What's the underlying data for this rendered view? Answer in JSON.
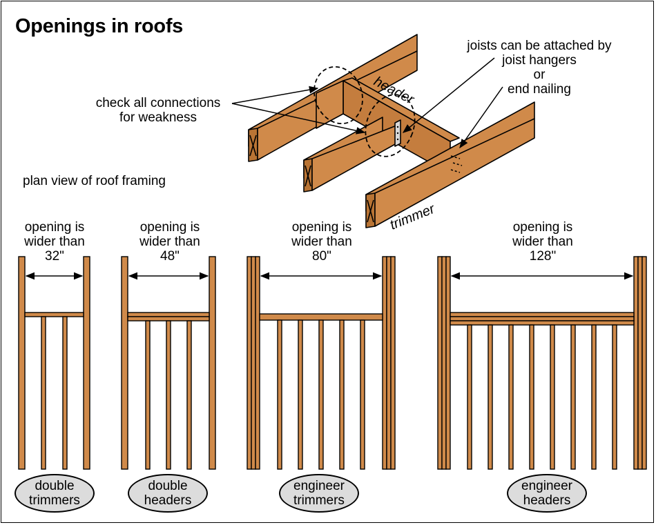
{
  "title": "Openings in roofs",
  "colors": {
    "wood": "#d08a4a",
    "wood_dark": "#b97434",
    "outline": "#000000",
    "badge_fill": "#dcdcdc"
  },
  "callouts": {
    "connections_line1": "check all connections",
    "connections_line2": "for weakness",
    "joists_line1": "joists can be attached by",
    "joists_line2": "joist hangers",
    "joists_line3": "or",
    "joists_line4": "end nailing",
    "header_label": "header",
    "trimmer_label": "trimmer"
  },
  "plan_view_label": "plan view of roof framing",
  "panels": [
    {
      "line1": "opening is",
      "line2": "wider than",
      "size": "32\"",
      "badge1": "double",
      "badge2": "trimmers"
    },
    {
      "line1": "opening is",
      "line2": "wider than",
      "size": "48\"",
      "badge1": "double",
      "badge2": "headers"
    },
    {
      "line1": "opening is",
      "line2": "wider than",
      "size": "80\"",
      "badge1": "engineer",
      "badge2": "trimmers"
    },
    {
      "line1": "opening is",
      "line2": "wider than",
      "size": "128\"",
      "badge1": "engineer",
      "badge2": "headers"
    }
  ]
}
